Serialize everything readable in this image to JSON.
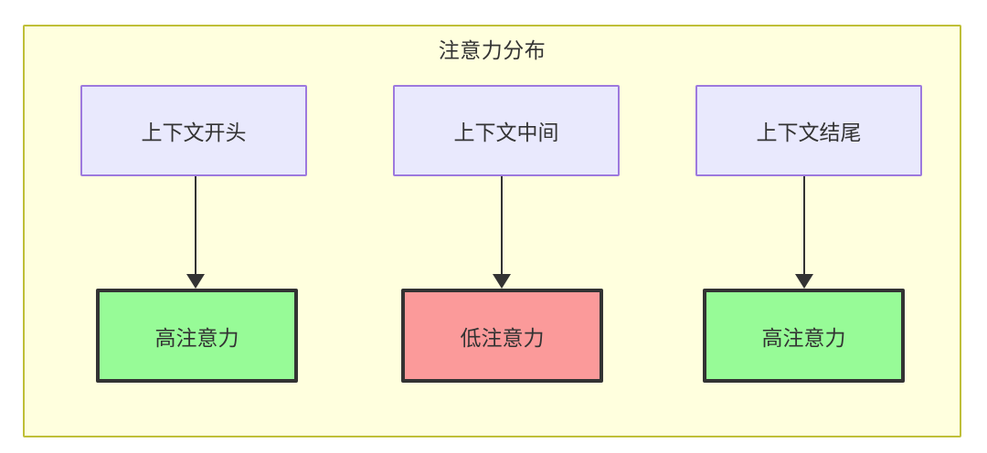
{
  "diagram": {
    "title": "注意力分布",
    "background_color": "#ffffff",
    "container": {
      "fill": "#ffffde",
      "stroke": "#bfbf38"
    },
    "context_nodes": [
      {
        "id": "ctx-start",
        "label": "上下文开头",
        "fill": "#e9e9fd",
        "stroke": "#9d79de"
      },
      {
        "id": "ctx-middle",
        "label": "上下文中间",
        "fill": "#e9e9fd",
        "stroke": "#9d79de"
      },
      {
        "id": "ctx-end",
        "label": "上下文结尾",
        "fill": "#e9e9fd",
        "stroke": "#9d79de"
      }
    ],
    "attention_nodes": [
      {
        "id": "attn-high-start",
        "label": "高注意力",
        "level": "high",
        "fill": "#97fb97",
        "stroke": "#333333"
      },
      {
        "id": "attn-low-middle",
        "label": "低注意力",
        "level": "low",
        "fill": "#fb9a9a",
        "stroke": "#333333"
      },
      {
        "id": "attn-high-end",
        "label": "高注意力",
        "level": "high",
        "fill": "#97fb97",
        "stroke": "#333333"
      }
    ],
    "edges": [
      {
        "from": "ctx-start",
        "to": "attn-high-start",
        "label": ""
      },
      {
        "from": "ctx-middle",
        "to": "attn-low-middle",
        "label": ""
      },
      {
        "from": "ctx-end",
        "to": "attn-high-end",
        "label": ""
      }
    ]
  }
}
